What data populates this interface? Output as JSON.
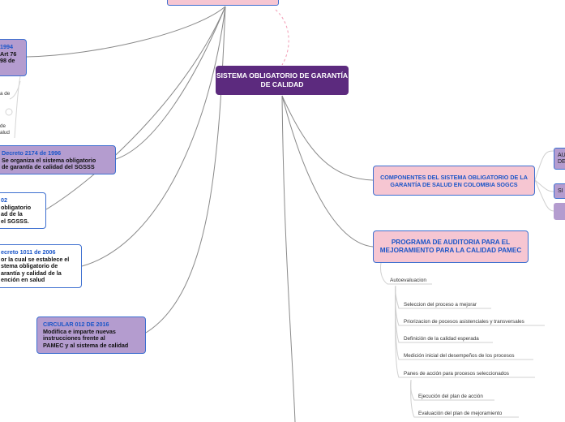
{
  "top_node": {
    "label": ""
  },
  "center": {
    "label": "SISTEMA OBLIGATORIO DE GARANTÍA DE CALIDAD"
  },
  "left_nodes": [
    {
      "title": "1994",
      "lines": [
        "Art 76",
        "98 de"
      ]
    },
    {
      "title": "Decreto 2174 de 1996",
      "lines": [
        "Se organiza el sistema obligatorio",
        "de garantía de calidad del SGSSS"
      ]
    },
    {
      "title": "02",
      "lines": [
        "obligatorio",
        "ad de la",
        "el SGSSS."
      ]
    },
    {
      "title": "ecreto 1011 de 2006",
      "lines": [
        "or la cual se establece el",
        "stema obligatorio de",
        "arantía y calidad de la",
        "ención en salud"
      ]
    },
    {
      "title": "CIRCULAR 012 DE 2016",
      "lines": [
        "Modifica e imparte nuevas",
        "instrucciones frente al",
        "PAMEC y al sistema de calidad"
      ]
    }
  ],
  "left_fragments": [
    "a de",
    "de",
    "alud"
  ],
  "right_nodes": {
    "componentes": "COMPONENTES DEL SISTEMA OBLIGATORIO DE LA GARANTÍA DE SALUD EN COLOMBIA SOGCS",
    "pamec": "PROGRAMA DE AUDITORIA PARA EL MEJORAMIENTO PARA LA CALIDAD PAMEC"
  },
  "right_stubs": [
    "AU DE",
    "SI",
    ""
  ],
  "pamec_children": {
    "root": "Autoevaluacion",
    "items": [
      "Seleccion del proceso a mejorar",
      "Priorizacion de pocesos asistenciales y transversales",
      "Definición de la calidad esperada",
      "Medición inicial del desempeños de los procesos",
      "Panes de acción para procesos seleccionados"
    ],
    "sub_items": [
      "Ejecución del plan de acción",
      "Evaluación del plan de mejoramiento"
    ]
  },
  "colors": {
    "center": "#5c2a7e",
    "lavender": "#b49ccf",
    "pink": "#f6c6d2",
    "border": "#3d6fd0",
    "link": "#8a8a8a"
  }
}
